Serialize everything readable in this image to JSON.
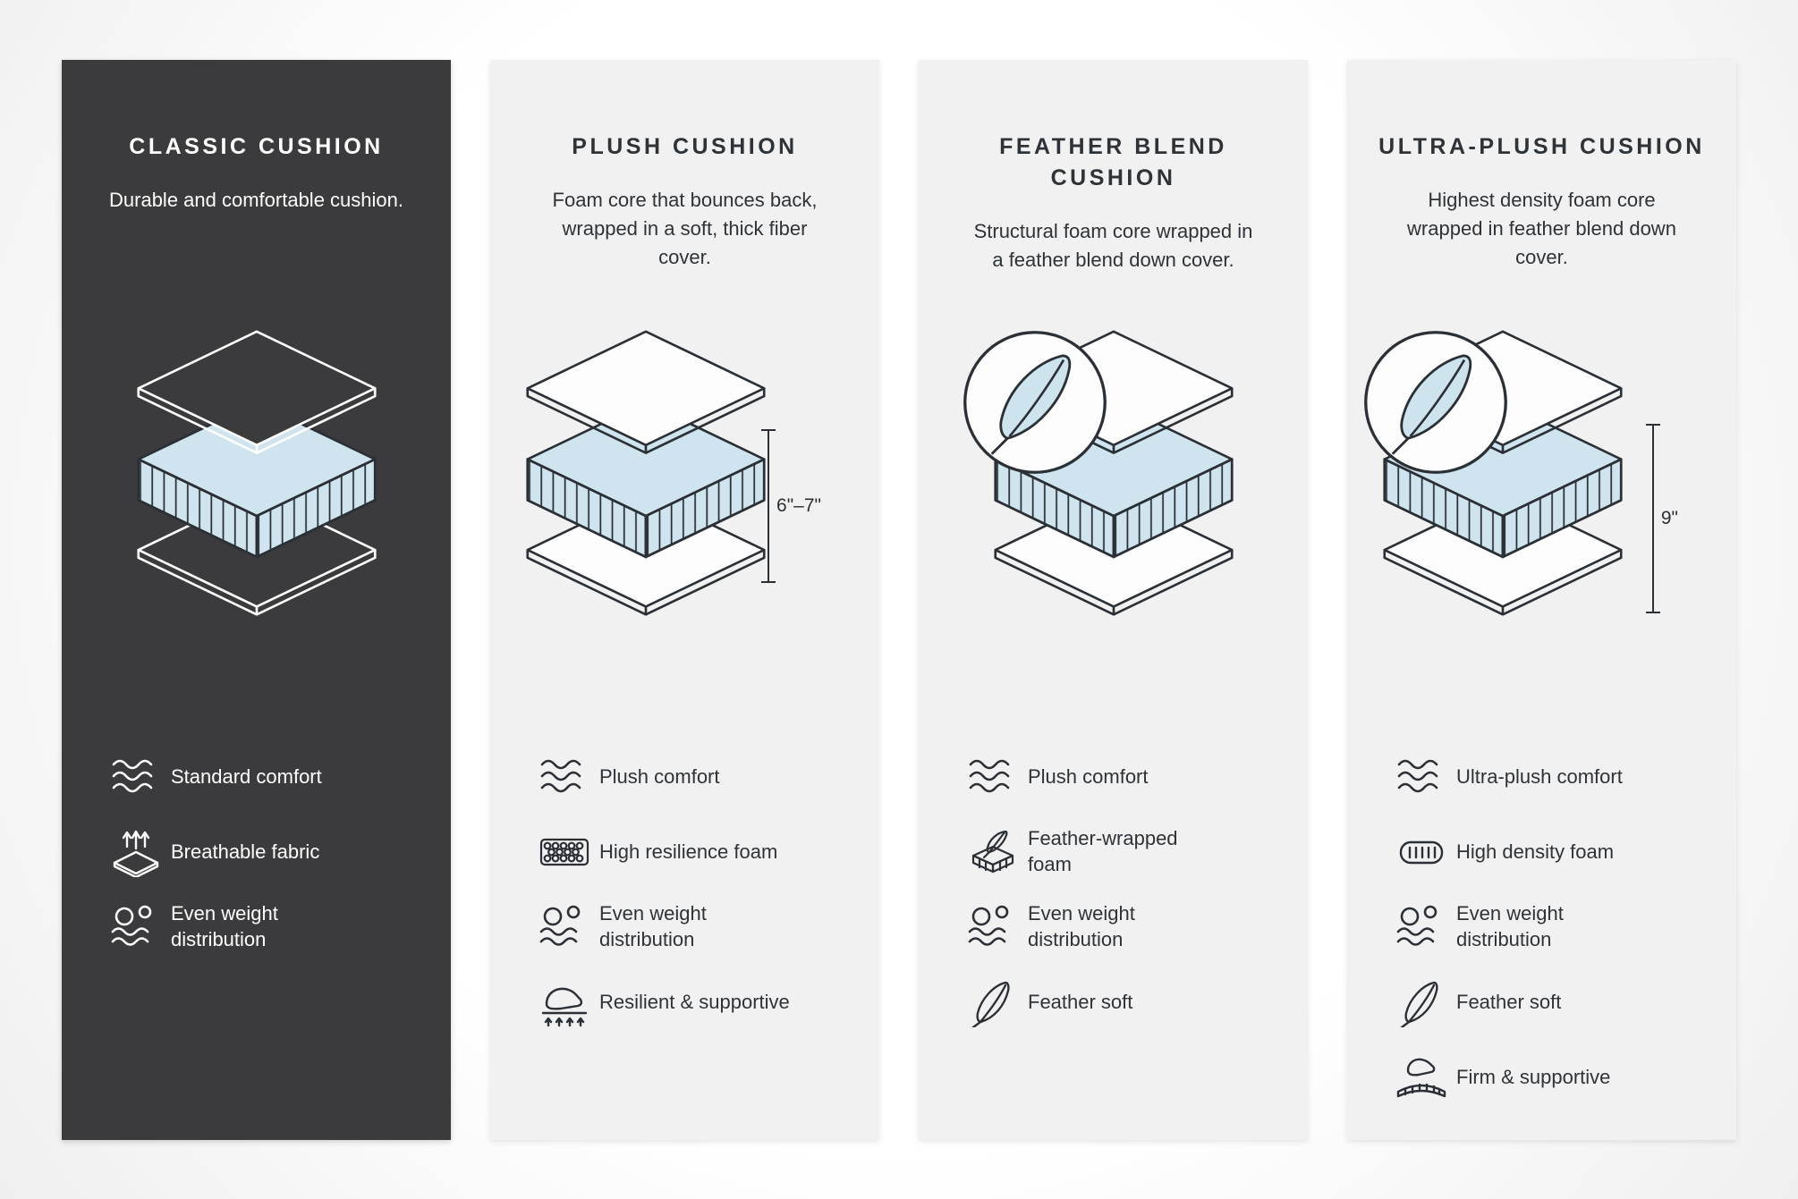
{
  "colors": {
    "dark_panel": "#3b3b3d",
    "light_panel": "#f1f1f2",
    "foam_blue": "#cfe4ee",
    "line_dark": "#2b3036",
    "line_light": "#ffffff"
  },
  "panels": [
    {
      "id": "classic",
      "theme": "dark",
      "title": "CLASSIC CUSHION",
      "description": "Durable and comfortable cushion.",
      "measurement": "",
      "feather_badge": false,
      "features": [
        {
          "icon": "wave-icon",
          "label": "Standard comfort"
        },
        {
          "icon": "breathable-icon",
          "label": "Breathable fabric"
        },
        {
          "icon": "weight-icon",
          "label": "Even weight distribution"
        }
      ]
    },
    {
      "id": "plush",
      "theme": "light",
      "title": "PLUSH CUSHION",
      "description": "Foam core that bounces back, wrapped in a soft, thick fiber cover.",
      "measurement": "6\"–7\"",
      "feather_badge": false,
      "features": [
        {
          "icon": "wave-icon",
          "label": "Plush comfort"
        },
        {
          "icon": "resilience-foam-icon",
          "label": "High resilience foam"
        },
        {
          "icon": "weight-icon",
          "label": "Even weight distribution"
        },
        {
          "icon": "hand-press-icon",
          "label": "Resilient & supportive"
        }
      ]
    },
    {
      "id": "feather-blend",
      "theme": "light",
      "title": "FEATHER BLEND CUSHION",
      "description": "Structural foam core wrapped in a feather blend down cover.",
      "measurement": "",
      "feather_badge": true,
      "features": [
        {
          "icon": "wave-icon",
          "label": "Plush comfort"
        },
        {
          "icon": "feather-foam-icon",
          "label": "Feather-wrapped foam"
        },
        {
          "icon": "weight-icon",
          "label": "Even weight distribution"
        },
        {
          "icon": "feather-icon",
          "label": "Feather soft"
        }
      ]
    },
    {
      "id": "ultra-plush",
      "theme": "light",
      "title": "ULTRA-PLUSH CUSHION",
      "description": "Highest density foam core wrapped in feather blend down cover.",
      "measurement": "9\"",
      "feather_badge": true,
      "features": [
        {
          "icon": "wave-icon",
          "label": "Ultra-plush comfort"
        },
        {
          "icon": "density-foam-icon",
          "label": "High density foam"
        },
        {
          "icon": "weight-icon",
          "label": "Even weight distribution"
        },
        {
          "icon": "feather-icon",
          "label": "Feather soft"
        },
        {
          "icon": "firm-support-icon",
          "label": "Firm & supportive"
        }
      ]
    }
  ]
}
